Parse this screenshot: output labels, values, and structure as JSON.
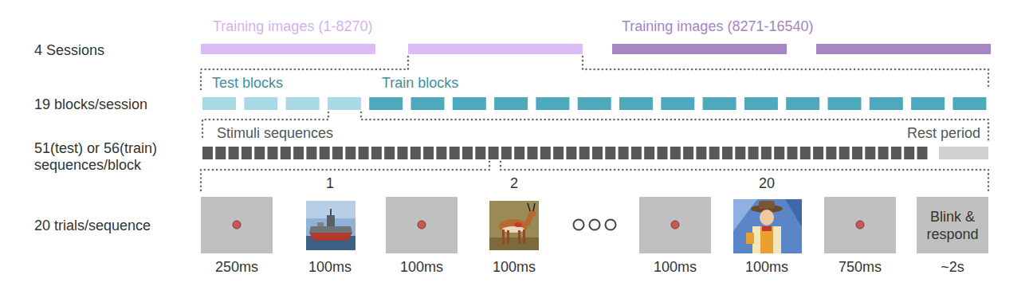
{
  "diagram": {
    "nodes": [
      {
        "text": [
          "Blink & respond"
        ]
      }
    ],
    "labels": [
      "4 Sessions",
      "19 blocks/session",
      "51(test) or 56(train) sequences/block",
      "20 trials/sequence",
      "Training images (1-8270)",
      "Training images (8271-16540)",
      "Test blocks",
      "Train blocks",
      "Stimuli sequences",
      "Rest period",
      "1",
      "2",
      "20",
      "250ms",
      "100ms",
      "100ms",
      "100ms",
      "100ms",
      "100ms",
      "750ms",
      "~2s"
    ]
  }
}
